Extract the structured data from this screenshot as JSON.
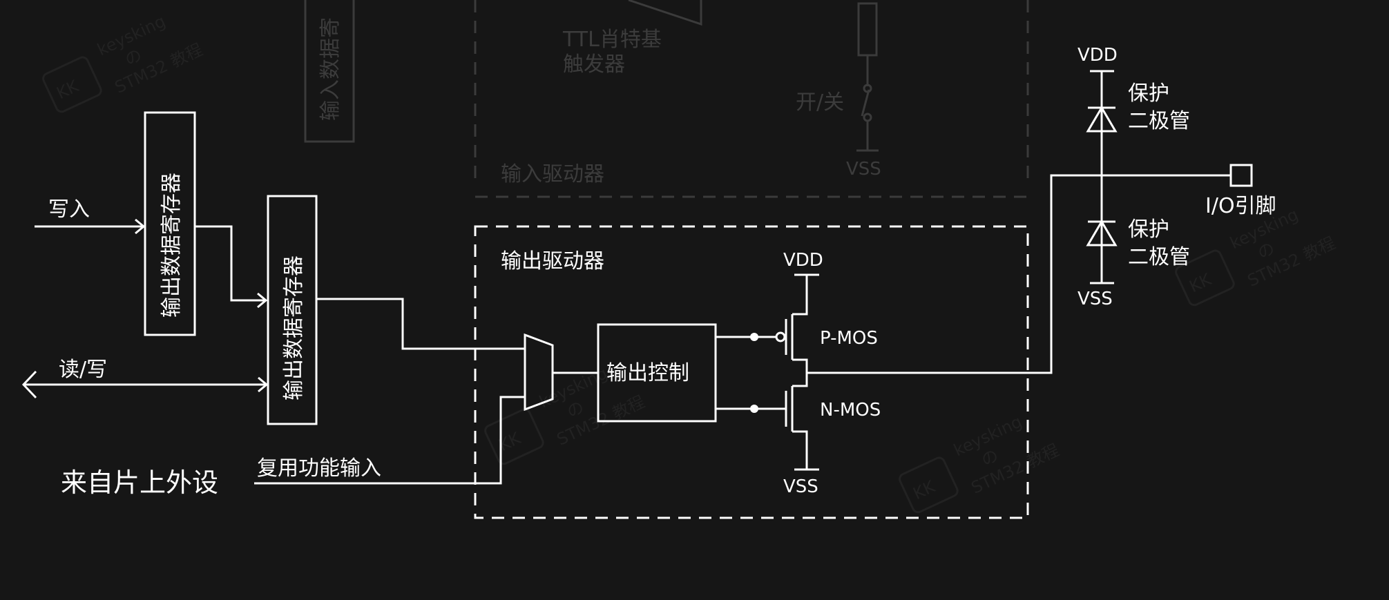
{
  "labels": {
    "ttl_schmitt_line1": "TTL肖特基",
    "ttl_schmitt_line2": "触发器",
    "input_data_register": "输入数据寄",
    "on_off": "开/关",
    "vss_top": "VSS",
    "input_driver": "输入驱动器",
    "write": "写入",
    "output_data_register_1": "输出数据寄存器",
    "output_data_register_2": "输出数据寄存器",
    "read_write": "读/写",
    "output_driver": "输出驱动器",
    "output_control": "输出控制",
    "vdd_mos": "VDD",
    "p_mos": "P-MOS",
    "n_mos": "N-MOS",
    "vss_mos": "VSS",
    "from_peripheral": "来自片上外设",
    "alt_function_input": "复用功能输入",
    "vdd_right": "VDD",
    "protect_diode_top_1": "保护",
    "protect_diode_top_2": "二极管",
    "io_pin": "I/O引脚",
    "protect_diode_bottom_1": "保护",
    "protect_diode_bottom_2": "二极管",
    "vss_right": "VSS"
  },
  "watermark": {
    "logo": "KK",
    "line1": "keysking",
    "line2": "の",
    "line3": "STM32 教程"
  },
  "colors": {
    "background": "#161616",
    "foreground": "#ffffff",
    "dimmed": "#3b3b3b"
  }
}
